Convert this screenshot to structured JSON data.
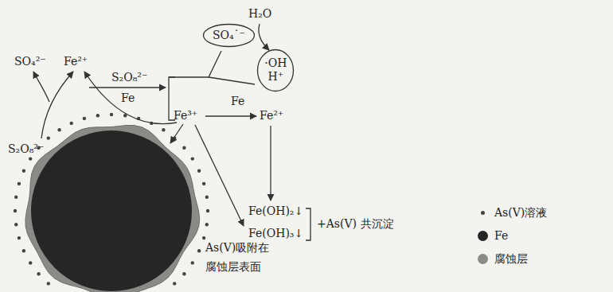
{
  "diagram": {
    "nodes": [
      {
        "text": [
          "SO₄˙⁻"
        ]
      },
      {
        "text": [
          "·OH",
          "H⁺"
        ]
      }
    ],
    "labels": [
      "H₂O",
      "SO₄²⁻",
      "Fe²⁺",
      "S₂O₈²⁻",
      "Fe",
      "Fe³⁺",
      "Fe",
      "Fe²⁺",
      "S₂O₈²⁻",
      "Fe(OH)₂↓",
      "Fe(OH)₃↓",
      "+As(V) 共沉淀",
      "As(V)吸附在",
      "腐蚀层表面"
    ],
    "legend": [
      {
        "text": "As(V)溶液"
      },
      {
        "text": "Fe",
        "color": "#262626"
      },
      {
        "text": "腐蚀层",
        "color": "#8a8a86"
      }
    ]
  }
}
